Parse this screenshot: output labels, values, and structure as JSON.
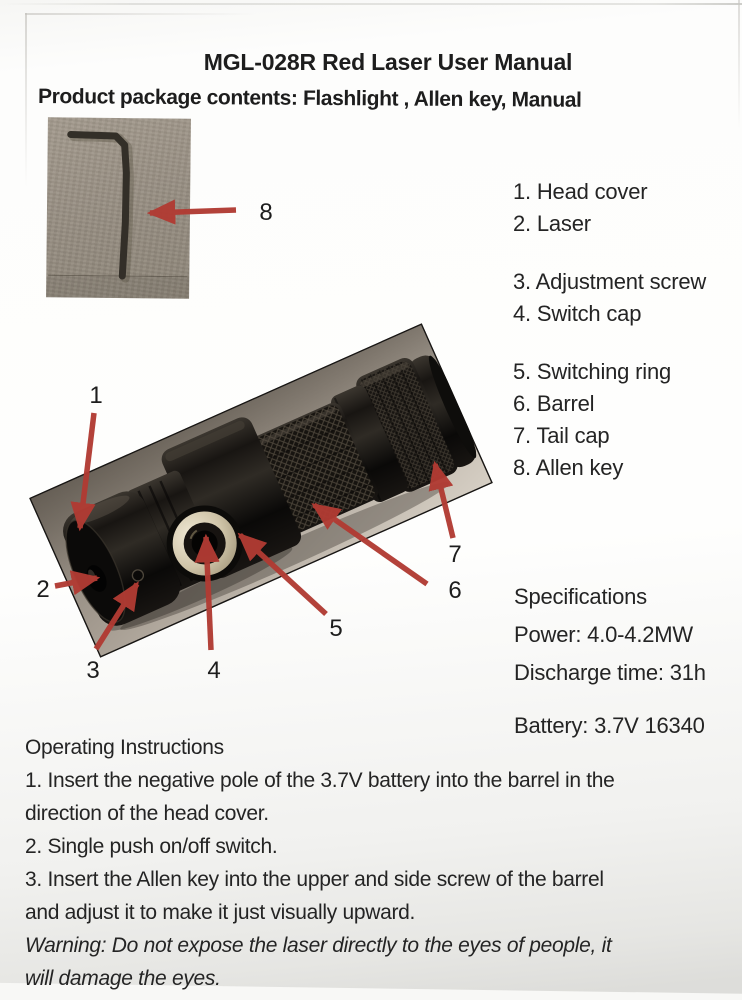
{
  "page": {
    "title": "MGL-028R Red Laser User Manual",
    "subtitle": "Product package contents: Flashlight , Allen key, Manual"
  },
  "callouts": [
    "1",
    "2",
    "3",
    "4",
    "5",
    "6",
    "7",
    "8"
  ],
  "parts_list": {
    "items": [
      "1. Head cover",
      "2. Laser",
      "3. Adjustment screw",
      "4. Switch cap",
      "5. Switching ring",
      "6. Barrel",
      "7. Tail cap",
      "8. Allen key"
    ]
  },
  "specifications": {
    "heading": "Specifications",
    "lines": [
      "Power: 4.0-4.2MW",
      "Discharge time: 31h",
      "Battery: 3.7V 16340"
    ]
  },
  "instructions": {
    "heading": "Operating Instructions",
    "steps_lines": [
      "1. Insert the negative pole of the 3.7V battery into the barrel in the",
      "direction of the head cover.",
      "2. Single push on/off switch.",
      "3. Insert the Allen key into the upper and side screw of the barrel",
      "and adjust it to make it just visually upward."
    ],
    "warning_lines": [
      "Warning: Do not expose the laser directly to the eyes of people, it",
      "will damage the eyes."
    ]
  },
  "colors": {
    "arrow_red": "#b13b33",
    "flashlight_photo_bg": "#a69d92",
    "allen_photo_bg": "#968d81",
    "text": "#242424"
  }
}
